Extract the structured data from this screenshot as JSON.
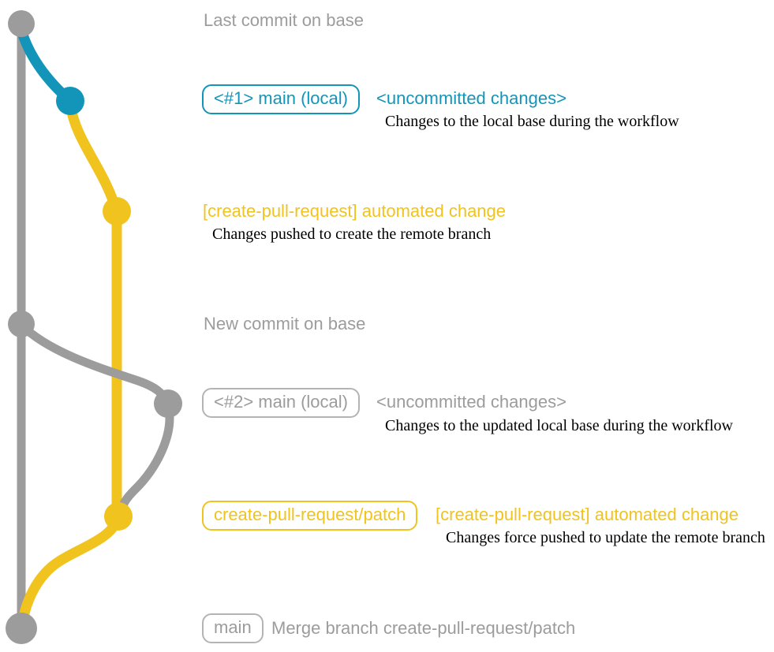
{
  "colors": {
    "background": "#ffffff",
    "gray": "#9c9c9c",
    "blue": "#1395ba",
    "yellow": "#f0c31e",
    "badge_gray_border": "#b4b4b4",
    "caption_black": "#000000"
  },
  "labels": {
    "last_commit_on_base": "Last commit on base",
    "new_commit_on_base": "New commit on base",
    "merge_commit": "Merge branch create-pull-request/patch"
  },
  "badges": {
    "main_local_1": "<#1> main (local)",
    "main_local_2": "<#2> main (local)",
    "patch_branch": "create-pull-request/patch",
    "main_final": "main"
  },
  "events": {
    "uncommitted_1": {
      "title": "<uncommitted changes>",
      "caption": "Changes to the local base during the workflow"
    },
    "automated_1": {
      "title": "[create-pull-request] automated change",
      "caption": "Changes pushed to create the remote branch"
    },
    "uncommitted_2": {
      "title": "<uncommitted changes>",
      "caption": "Changes to the updated local base during the workflow"
    },
    "automated_2": {
      "title": "[create-pull-request] automated change",
      "caption": "Changes force pushed to update the remote branch"
    }
  }
}
